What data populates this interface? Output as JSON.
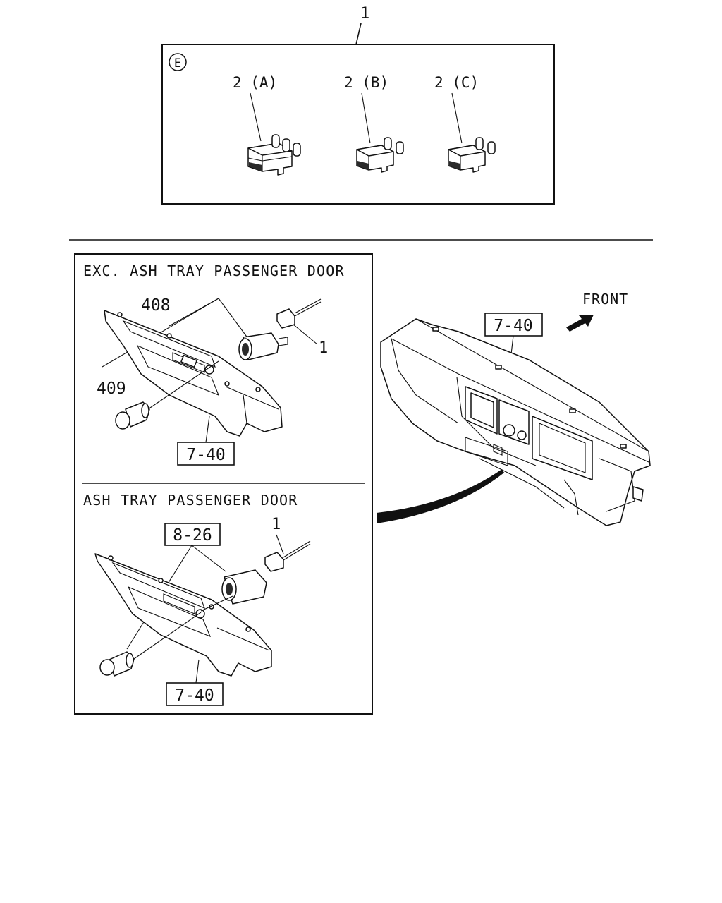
{
  "callouts": {
    "top_ref": "1",
    "box_mark": "E",
    "relay_a": "2 (A)",
    "relay_b": "2 (B)",
    "relay_c": "2 (C)",
    "exc_title": "EXC. ASH TRAY PASSENGER DOOR",
    "exc_408": "408",
    "exc_409": "409",
    "exc_1": "1",
    "exc_ref_740": "7-40",
    "ash_title": "ASH TRAY PASSENGER DOOR",
    "ash_ref_826": "8-26",
    "ash_1": "1",
    "ash_ref_740": "7-40",
    "front": "FRONT",
    "dash_ref_740": "7-40"
  }
}
